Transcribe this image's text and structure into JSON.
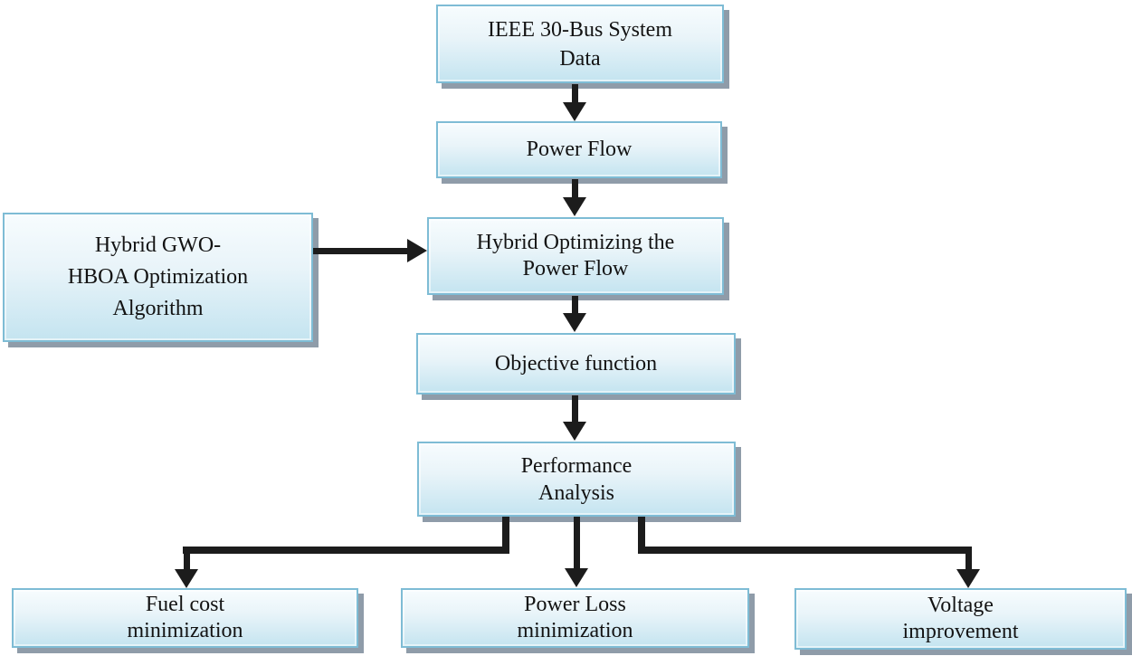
{
  "diagram": {
    "type": "flowchart",
    "description": "Methodology flow diagram: hybrid GWO-HBOA optimal power flow on the IEEE 30-bus system"
  },
  "colors": {
    "background": "#ffffff",
    "box_fill_top": "#f7fcfe",
    "box_fill_mid": "#e9f4f9",
    "box_fill_bottom": "#c4e4f0",
    "box_border": "#7ebcd5",
    "box_shadow": "#8f9ca9",
    "arrow": "#1c1c1c",
    "text": "#131313"
  },
  "nodes": {
    "ieee": {
      "lines": [
        "IEEE 30-Bus System",
        "Data"
      ]
    },
    "power_flow": {
      "lines": [
        "Power Flow"
      ]
    },
    "gwo": {
      "lines": [
        "Hybrid GWO-",
        "HBOA Optimization",
        "Algorithm"
      ]
    },
    "hybrid_opt": {
      "lines": [
        "Hybrid Optimizing the",
        "Power Flow"
      ]
    },
    "objective": {
      "lines": [
        "Objective function"
      ]
    },
    "performance": {
      "lines": [
        "Performance",
        "Analysis"
      ]
    },
    "fuel": {
      "lines": [
        "Fuel cost",
        "minimization"
      ]
    },
    "loss": {
      "lines": [
        "Power Loss",
        "minimization"
      ]
    },
    "voltage": {
      "lines": [
        "Voltage",
        "improvement"
      ]
    }
  },
  "edges": [
    {
      "from": "IEEE 30-Bus System Data",
      "to": "Power Flow"
    },
    {
      "from": "Power Flow",
      "to": "Hybrid Optimizing the Power Flow"
    },
    {
      "from": "Hybrid GWO-HBOA Optimization Algorithm",
      "to": "Hybrid Optimizing the Power Flow"
    },
    {
      "from": "Hybrid Optimizing the Power Flow",
      "to": "Objective function"
    },
    {
      "from": "Objective function",
      "to": "Performance Analysis"
    },
    {
      "from": "Performance Analysis",
      "to": "Fuel cost minimization"
    },
    {
      "from": "Performance Analysis",
      "to": "Power Loss minimization"
    },
    {
      "from": "Performance Analysis",
      "to": "Voltage improvement"
    }
  ]
}
